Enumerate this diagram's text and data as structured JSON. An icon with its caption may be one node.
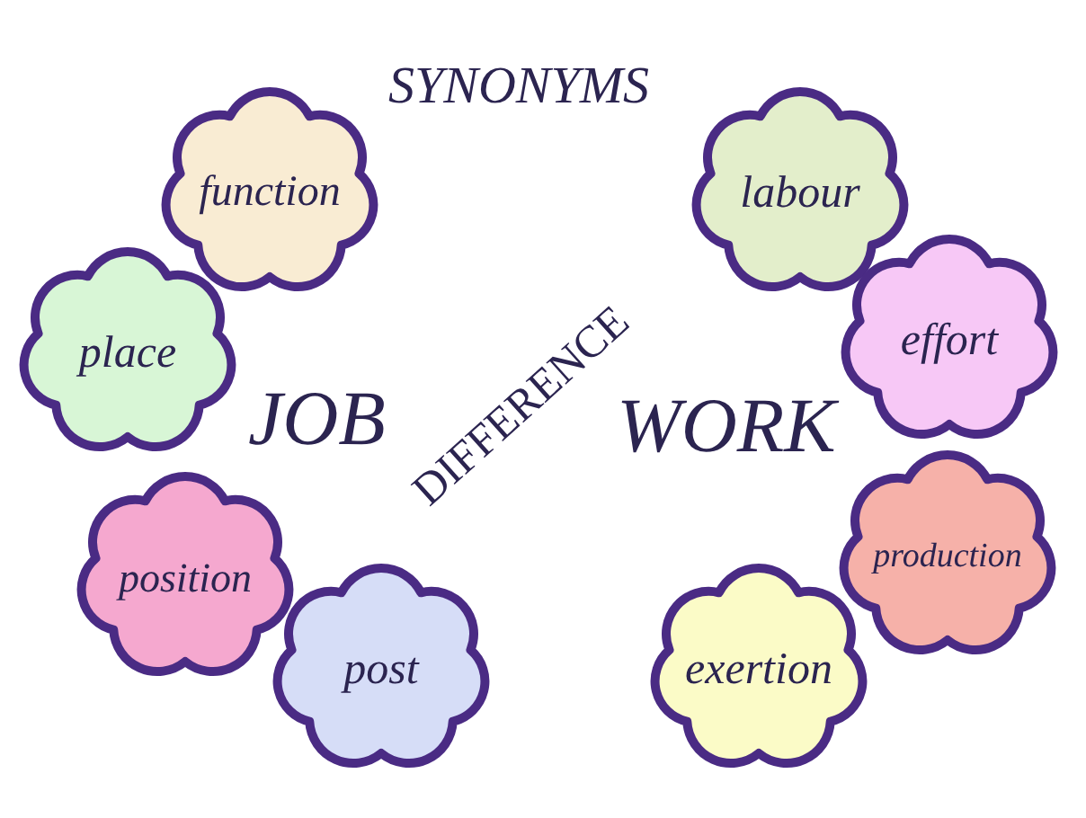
{
  "diagram": {
    "nodes": [
      {
        "text": [
          "function"
        ]
      },
      {
        "text": [
          "place"
        ]
      },
      {
        "text": [
          "position"
        ]
      },
      {
        "text": [
          "post"
        ]
      },
      {
        "text": [
          "labour"
        ]
      },
      {
        "text": [
          "effort"
        ]
      },
      {
        "text": [
          "production"
        ]
      },
      {
        "text": [
          "exertion"
        ]
      }
    ],
    "labels": [
      "SYNONYMS",
      "JOB",
      "DIFFERENCE",
      "WORK"
    ]
  }
}
